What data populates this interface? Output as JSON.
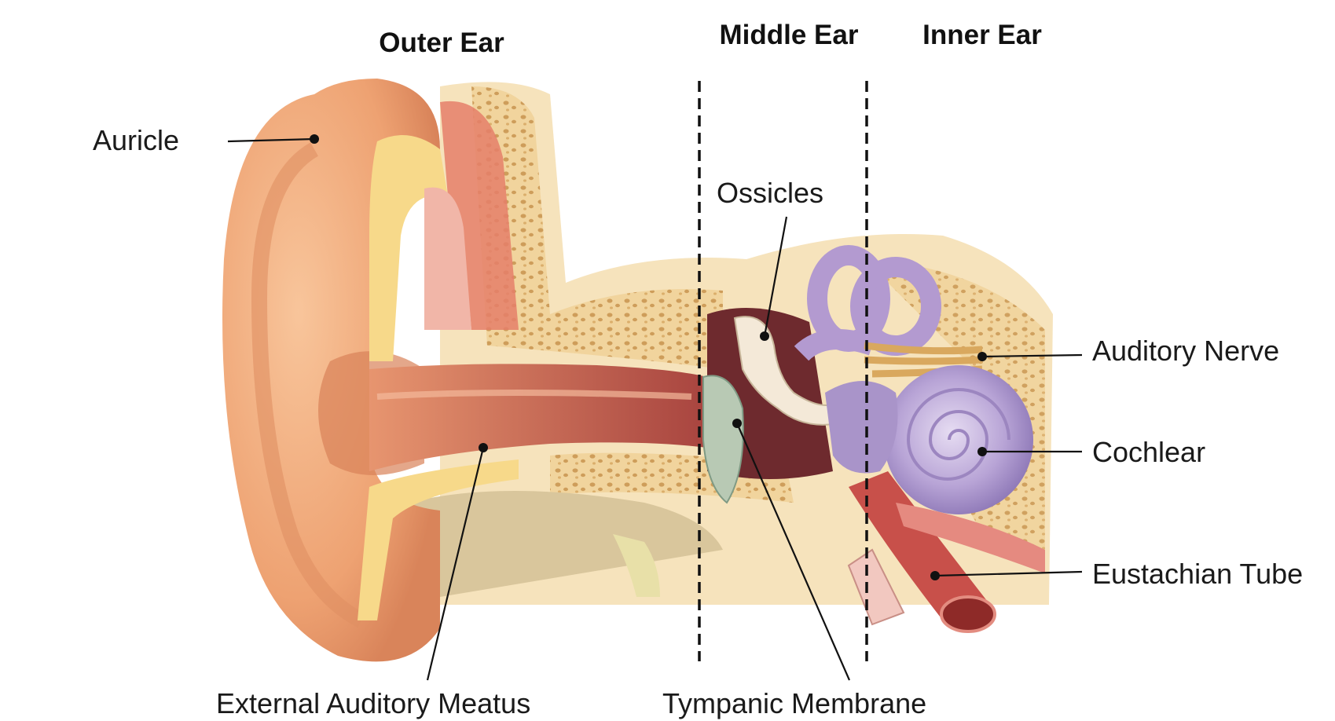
{
  "regions": {
    "outer": "Outer Ear",
    "middle": "Middle Ear",
    "inner": "Inner Ear"
  },
  "labels": {
    "auricle": "Auricle",
    "ossicles": "Ossicles",
    "auditory_nerve": "Auditory Nerve",
    "cochlear": "Cochlear",
    "eustachian_tube": "Eustachian Tube",
    "external_auditory_meatus": "External Auditory Meatus",
    "tympanic_membrane": "Tympanic Membrane"
  },
  "colors": {
    "skin": "#f2b07e",
    "cartilage": "#f7d98a",
    "muscle": "#e2776a",
    "bone": "#f3dba8",
    "canal": "#c85a55",
    "cochlea": "#b7a3d4",
    "membrane": "#b8c9b4"
  }
}
